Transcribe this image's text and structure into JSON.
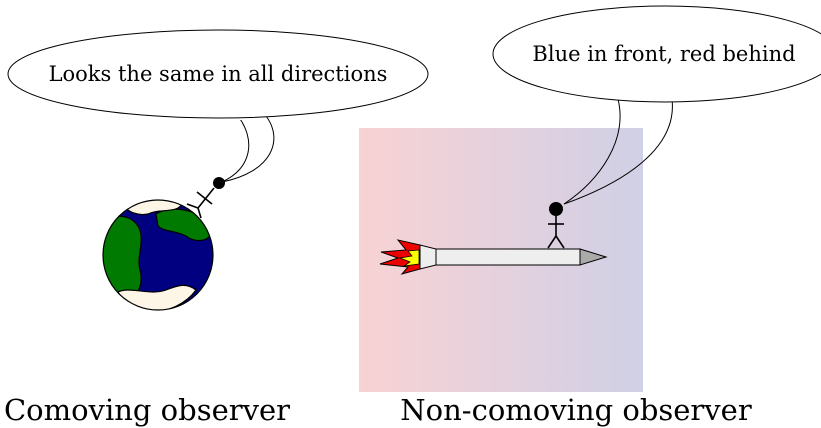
{
  "left_panel": {
    "speech": "Looks the same in all directions",
    "caption": "Comoving observer"
  },
  "right_panel": {
    "speech": "Blue in front, red behind",
    "caption": "Non-comoving observer",
    "gradient_colors": {
      "behind": "#f8d2d4",
      "front": "#d0d0e6"
    }
  },
  "colors": {
    "ocean": "#000080",
    "land": "#007a00",
    "ice": "#fdf5e6",
    "flame_outer": "#ee0000",
    "flame_inner": "#ffff00",
    "rocket_body": "#eeeeee",
    "rocket_tip": "#aaaaaa"
  }
}
